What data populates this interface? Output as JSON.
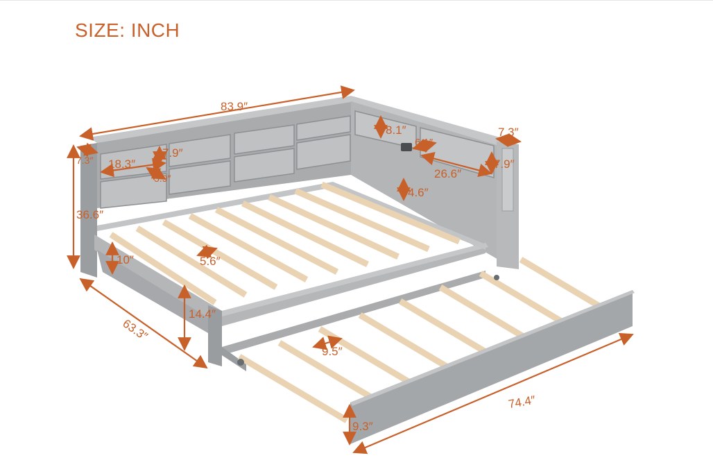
{
  "title": "SIZE: INCH",
  "colors": {
    "accent": "#c8602a",
    "frame": "#a9abad",
    "frame_dark": "#8d9093",
    "frame_light": "#c5c7c9",
    "slat": "#e9d3b2",
    "slat_edge": "#cdb48d",
    "background": "#ffffff"
  },
  "dimensions": {
    "headboard_length": "83.9″",
    "overall_height": "36.6″",
    "post_width_left": "7.3″",
    "post_width_right": "7.3″",
    "shelf_width": "18.3″",
    "shelf_height": "7.9″",
    "shelf_depth": "5.9″",
    "top_shelf_height": "8.1″",
    "outlet_width": "6.1″",
    "side_shelf_width": "26.6″",
    "side_shelf_height": "7.9″",
    "slat_to_top": "4.6″",
    "rail_height": "10″",
    "slat_gap": "5.6″",
    "floor_clearance": "14.4″",
    "bed_depth": "63.3″",
    "trundle_slat_gap": "9.5″",
    "trundle_length": "74.4″",
    "trundle_height": "9.3″"
  }
}
